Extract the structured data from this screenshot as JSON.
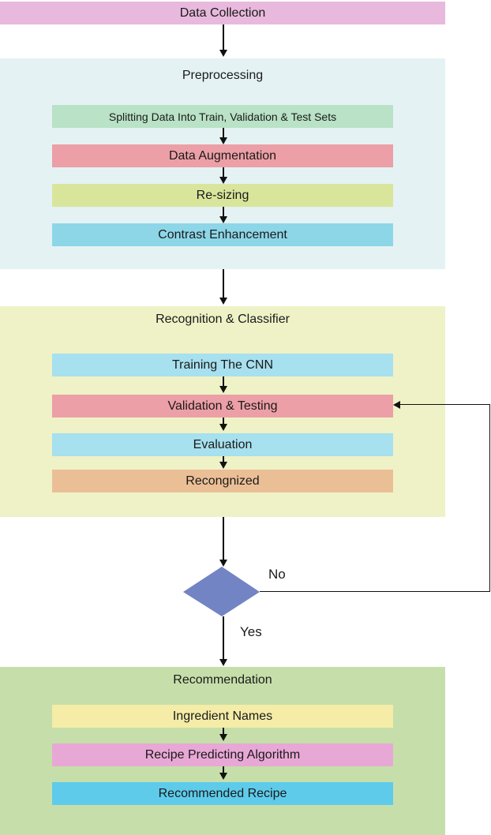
{
  "colors": {
    "pink": "#e8b9dd",
    "blue_panel": "#e4f2f4",
    "yellow_panel": "#eef2c6",
    "green_panel": "#c6dfaa",
    "green_box": "#b9e2c6",
    "red_box": "#ec9fa6",
    "lime_box": "#d9e59b",
    "cyan_box": "#8dd6e8",
    "lightcyan_box": "#a7e0ee",
    "orange_box": "#ebbf96",
    "cream_box": "#f4eca7",
    "magenta_box": "#e8a8d6",
    "brightcyan_box": "#5ecbea",
    "diamond": "#7384c5"
  },
  "nodes": {
    "data_collection": "Data Collection",
    "preprocessing": {
      "title": "Preprocessing",
      "steps": [
        "Splitting Data Into Train, Validation & Test Sets",
        "Data Augmentation",
        "Re-sizing",
        "Contrast Enhancement"
      ]
    },
    "recognition": {
      "title": "Recognition & Classifier",
      "steps": [
        "Training The CNN",
        "Validation & Testing",
        "Evaluation",
        "Recongnized"
      ]
    },
    "recommendation": {
      "title": "Recommendation",
      "steps": [
        "Ingredient Names",
        "Recipe Predicting Algorithm",
        "Recommended Recipe"
      ]
    }
  },
  "decision": {
    "no_label": "No",
    "yes_label": "Yes"
  }
}
